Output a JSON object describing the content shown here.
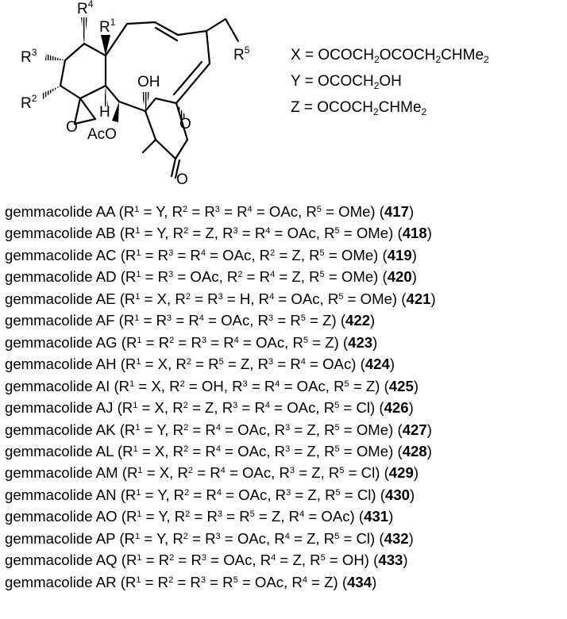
{
  "structure": {
    "labels": {
      "r4": "R4",
      "r1": "R1",
      "r3": "R3",
      "r2": "R2",
      "r5": "R5",
      "oh": "OH",
      "h": "H",
      "o_epoxide": "O",
      "aco": "AcO",
      "o_lactone": "O",
      "o_carbonyl": "O"
    }
  },
  "legend": [
    {
      "symbol": "X",
      "formula": "OCOCH2OCOCH2CHMe2"
    },
    {
      "symbol": "Y",
      "formula": "OCOCH2OH"
    },
    {
      "symbol": "Z",
      "formula": "OCOCH2CHMe2"
    }
  ],
  "compounds": [
    {
      "name": "gemmacolide AA",
      "subs": "(R1 = Y, R2 = R3 = R4 = OAc, R5 = OMe)",
      "number": "417"
    },
    {
      "name": "gemmacolide AB",
      "subs": "(R1 = Y, R2 = Z, R3 = R4 = OAc, R5 = OMe)",
      "number": "418"
    },
    {
      "name": "gemmacolide AC",
      "subs": "(R1 = R3 = R4 = OAc, R2 = Z, R5 = OMe)",
      "number": "419"
    },
    {
      "name": "gemmacolide AD",
      "subs": "(R1 = R3 = OAc, R2 = R4 = Z, R5 = OMe)",
      "number": "420"
    },
    {
      "name": "gemmacolide AE",
      "subs": "(R1 = X, R2 = R3 = H, R4 = OAc, R5 = OMe)",
      "number": "421"
    },
    {
      "name": "gemmacolide AF",
      "subs": "(R1 = R3 = R4 = OAc, R3 = R5 = Z)",
      "number": "422"
    },
    {
      "name": "gemmacolide AG",
      "subs": "(R1 = R2 = R3 = R4 = OAc, R5 = Z)",
      "number": "423"
    },
    {
      "name": "gemmacolide AH",
      "subs": "(R1 = X, R2 = R5 = Z, R3 = R4 = OAc)",
      "number": "424"
    },
    {
      "name": "gemmacolide AI",
      "subs": "(R1 = X, R2 = OH, R3 = R4 = OAc, R5 = Z)",
      "number": "425"
    },
    {
      "name": "gemmacolide AJ",
      "subs": "(R1 = X, R2 = Z, R3 = R4 = OAc, R5 = Cl)",
      "number": "426"
    },
    {
      "name": "gemmacolide AK",
      "subs": "(R1 = Y, R2 = R4 = OAc, R3 = Z, R5 = OMe)",
      "number": "427"
    },
    {
      "name": "gemmacolide AL",
      "subs": "(R1 = X, R2 = R4 = OAc, R3 = Z, R5 = OMe)",
      "number": "428"
    },
    {
      "name": "gemmacolide AM",
      "subs": "(R1 = X, R2 = R4 = OAc, R3 = Z, R5 = Cl)",
      "number": "429"
    },
    {
      "name": "gemmacolide AN",
      "subs": "(R1 = Y, R2 = R4 = OAc, R3 = Z, R5 = Cl)",
      "number": "430"
    },
    {
      "name": "gemmacolide AO",
      "subs": "(R1 = Y, R2 = R3 = R5 = Z, R4 = OAc)",
      "number": "431"
    },
    {
      "name": "gemmacolide AP",
      "subs": "(R1 = Y, R2 = R3 = OAc, R4 = Z, R5 = Cl)",
      "number": "432"
    },
    {
      "name": "gemmacolide AQ",
      "subs": "(R1 = R2 = R3 = OAc, R4 = Z, R5 = OH)",
      "number": "433"
    },
    {
      "name": "gemmacolide AR",
      "subs": "(R1 = R2 = R3 = R5 = OAc, R4 = Z)",
      "number": "434"
    }
  ]
}
